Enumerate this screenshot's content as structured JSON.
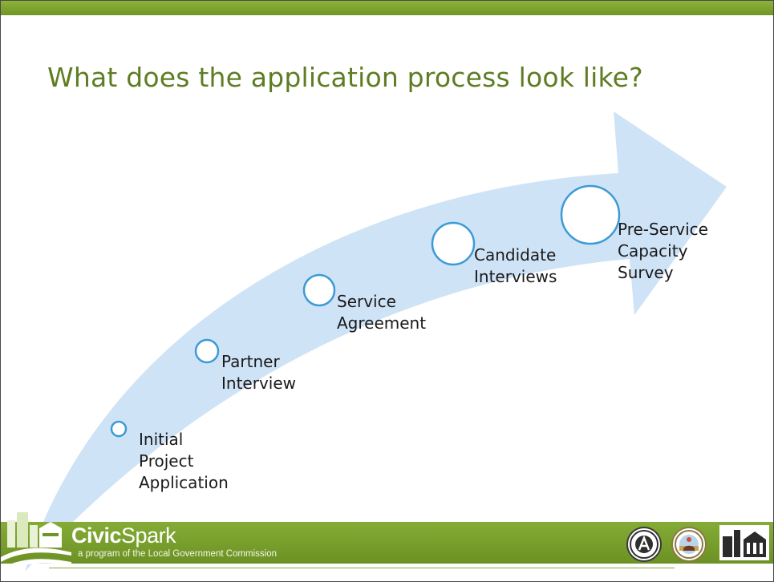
{
  "slide": {
    "title": "What does the application process look like?"
  },
  "diagram": {
    "arrow_color": "#cfe3f7",
    "circle_stroke": "#3c9ad6",
    "steps": [
      {
        "label": "Initial\nProject\nApplication"
      },
      {
        "label": "Partner\nInterview"
      },
      {
        "label": "Service\nAgreement"
      },
      {
        "label": "Candidate\nInterviews"
      },
      {
        "label": "Pre-Service\nCapacity\nSurvey"
      }
    ]
  },
  "footer": {
    "brand_bold": "Civic",
    "brand_regular": "Spark",
    "tagline": "a program of the Local Government Commission",
    "logos": [
      "americorps-california-seal",
      "governors-office-of-planning-seal",
      "lgc-building-logo"
    ]
  },
  "colors": {
    "accent_green": "#6f9526",
    "title_green": "#5e7d23"
  }
}
